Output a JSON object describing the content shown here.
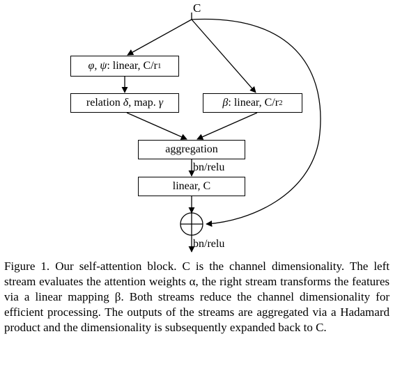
{
  "diagram": {
    "input_label": "C",
    "box_phi_psi": {
      "symbols": "φ, ψ",
      "text": ": linear, C/r",
      "sub": "1"
    },
    "box_relation": {
      "text": "relation ",
      "delta": "δ",
      "middle": ", map. ",
      "gamma": "γ"
    },
    "box_beta": {
      "symbol": "β",
      "text": ": linear, C/r",
      "sub": "2"
    },
    "box_aggregation": "aggregation",
    "label_bn_relu_1": "bn/relu",
    "box_linear_c": "linear, C",
    "label_bn_relu_2": "bn/relu"
  },
  "caption": {
    "text": "Figure 1. Our self-attention block. C is the channel dimensionality. The left stream evaluates the attention weights α, the right stream transforms the features via a linear mapping β. Both streams reduce the channel dimensionality for efficient processing. The outputs of the streams are aggregated via a Hadamard product and the dimensionality is subsequently expanded back to C."
  }
}
